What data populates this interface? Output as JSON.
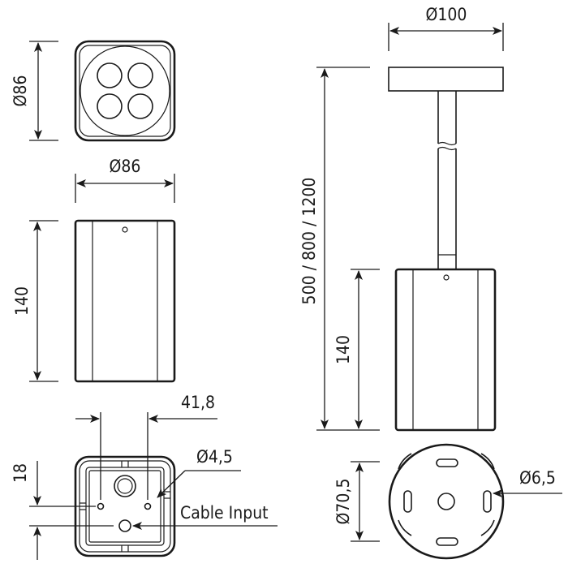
{
  "drawing": {
    "top_view": {
      "width_label": "Ø86",
      "height_label": "Ø86",
      "led_count": 4
    },
    "side_view": {
      "height_label": "140"
    },
    "bottom_view": {
      "spacing_label": "41,8",
      "offset_label": "18",
      "hole_label": "Ø4,5",
      "cable_label": "Cable Input"
    },
    "pendant_view": {
      "canopy_label": "Ø100",
      "length_label": "500 / 800 / 1200",
      "body_height_label": "140"
    },
    "canopy_base_view": {
      "diameter_label": "Ø70,5",
      "hole_label": "Ø6,5"
    }
  }
}
